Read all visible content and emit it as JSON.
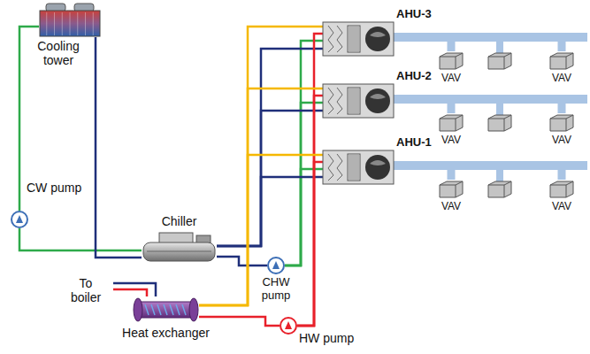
{
  "diagram": {
    "nodes": [
      {
        "text": [
          "Cooling tower"
        ]
      },
      {
        "text": [
          "AHU-3"
        ]
      },
      {
        "text": [
          "VAV"
        ]
      },
      {
        "text": [
          "VAV"
        ]
      },
      {
        "text": [
          "AHU-2"
        ]
      },
      {
        "text": [
          "VAV"
        ]
      },
      {
        "text": [
          "VAV"
        ]
      },
      {
        "text": [
          "AHU-1"
        ]
      },
      {
        "text": [
          "VAV"
        ]
      },
      {
        "text": [
          "VAV"
        ]
      },
      {
        "text": [
          "CW pump"
        ]
      },
      {
        "text": [
          "Chiller"
        ]
      },
      {
        "text": [
          "CHW pump"
        ]
      },
      {
        "text": [
          "Heat exchanger"
        ]
      },
      {
        "text": [
          "HW pump"
        ]
      }
    ],
    "edges": [
      {
        "from": 0,
        "to": 10,
        "arrow": "none"
      },
      {
        "from": 10,
        "to": 11,
        "arrow": "none"
      },
      {
        "from": 11,
        "to": 0,
        "arrow": "none"
      },
      {
        "from": 11,
        "to": 12,
        "arrow": "none"
      },
      {
        "from": 12,
        "to": 1,
        "arrow": "none"
      },
      {
        "from": 12,
        "to": 4,
        "arrow": "none"
      },
      {
        "from": 12,
        "to": 7,
        "arrow": "none"
      },
      {
        "from": 1,
        "to": 11,
        "arrow": "none"
      },
      {
        "from": 4,
        "to": 11,
        "arrow": "none"
      },
      {
        "from": 7,
        "to": 11,
        "arrow": "none"
      },
      {
        "from": 13,
        "to": 14,
        "arrow": "none"
      },
      {
        "from": 14,
        "to": 1,
        "arrow": "none"
      },
      {
        "from": 14,
        "to": 4,
        "arrow": "none"
      },
      {
        "from": 14,
        "to": 7,
        "arrow": "none"
      },
      {
        "from": 1,
        "to": 13,
        "arrow": "none"
      },
      {
        "from": 4,
        "to": 13,
        "arrow": "none"
      },
      {
        "from": 7,
        "to": 13,
        "arrow": "none"
      },
      {
        "from": 1,
        "to": 2,
        "arrow": "none"
      },
      {
        "from": 1,
        "to": 3,
        "arrow": "none"
      },
      {
        "from": 4,
        "to": 5,
        "arrow": "none"
      },
      {
        "from": 4,
        "to": 6,
        "arrow": "none"
      },
      {
        "from": 7,
        "to": 8,
        "arrow": "none"
      },
      {
        "from": 7,
        "to": 9,
        "arrow": "none"
      }
    ],
    "labels": [
      "To boiler"
    ]
  }
}
